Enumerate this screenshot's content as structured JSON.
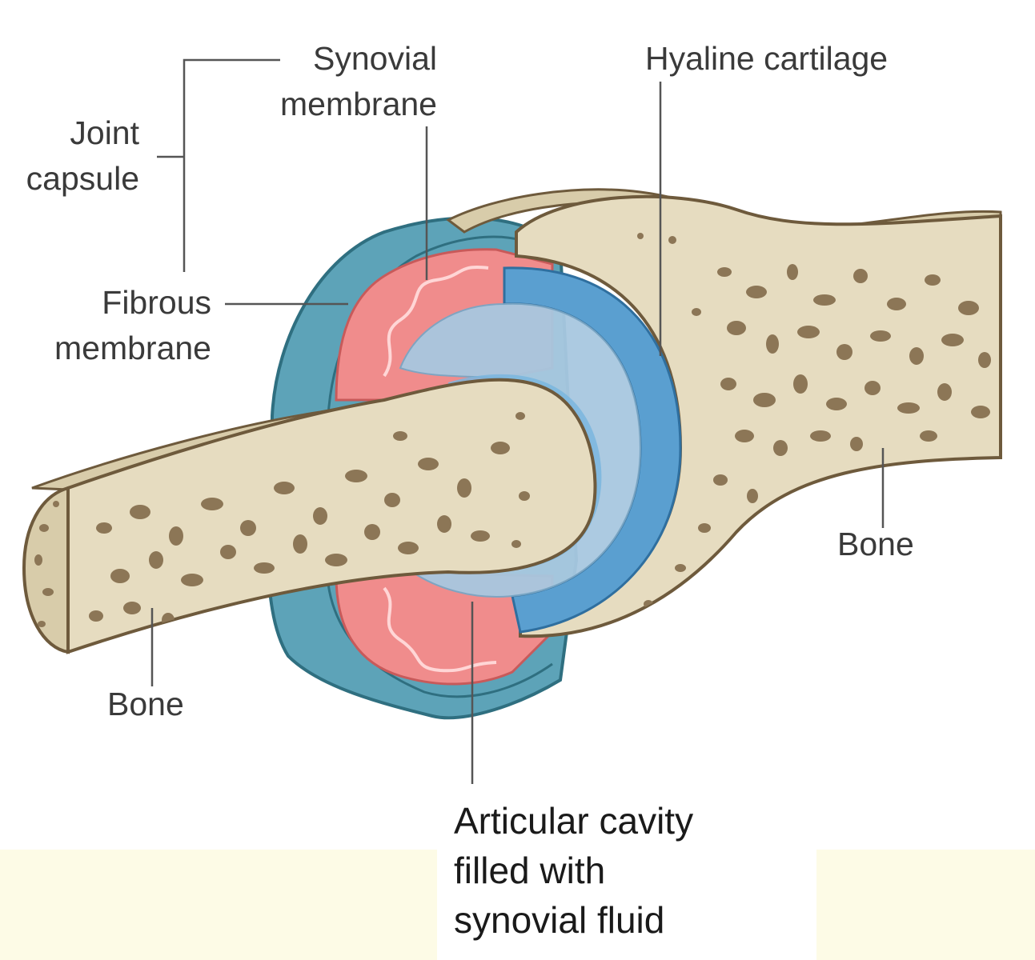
{
  "labels": {
    "joint_capsule": [
      "Joint",
      "capsule"
    ],
    "synovial_membrane": [
      "Synovial",
      "membrane"
    ],
    "hyaline_cartilage": "Hyaline cartilage",
    "fibrous_membrane": [
      "Fibrous",
      "membrane"
    ],
    "bone_left": "Bone",
    "bone_right": "Bone",
    "articular_cavity": [
      "Articular cavity",
      "filled with",
      "synovial fluid"
    ]
  },
  "colors": {
    "bone": "#e6dcc0",
    "bone_outline": "#6e5a3c",
    "spongy_bone_holes": "#8c7656",
    "cartilage": "#5a9fd0",
    "synovial_fluid": "#a8c8e0",
    "synovial_membrane": "#f08c8c",
    "fibrous_membrane": "#5da3b8",
    "leader_lines": "#555555"
  }
}
